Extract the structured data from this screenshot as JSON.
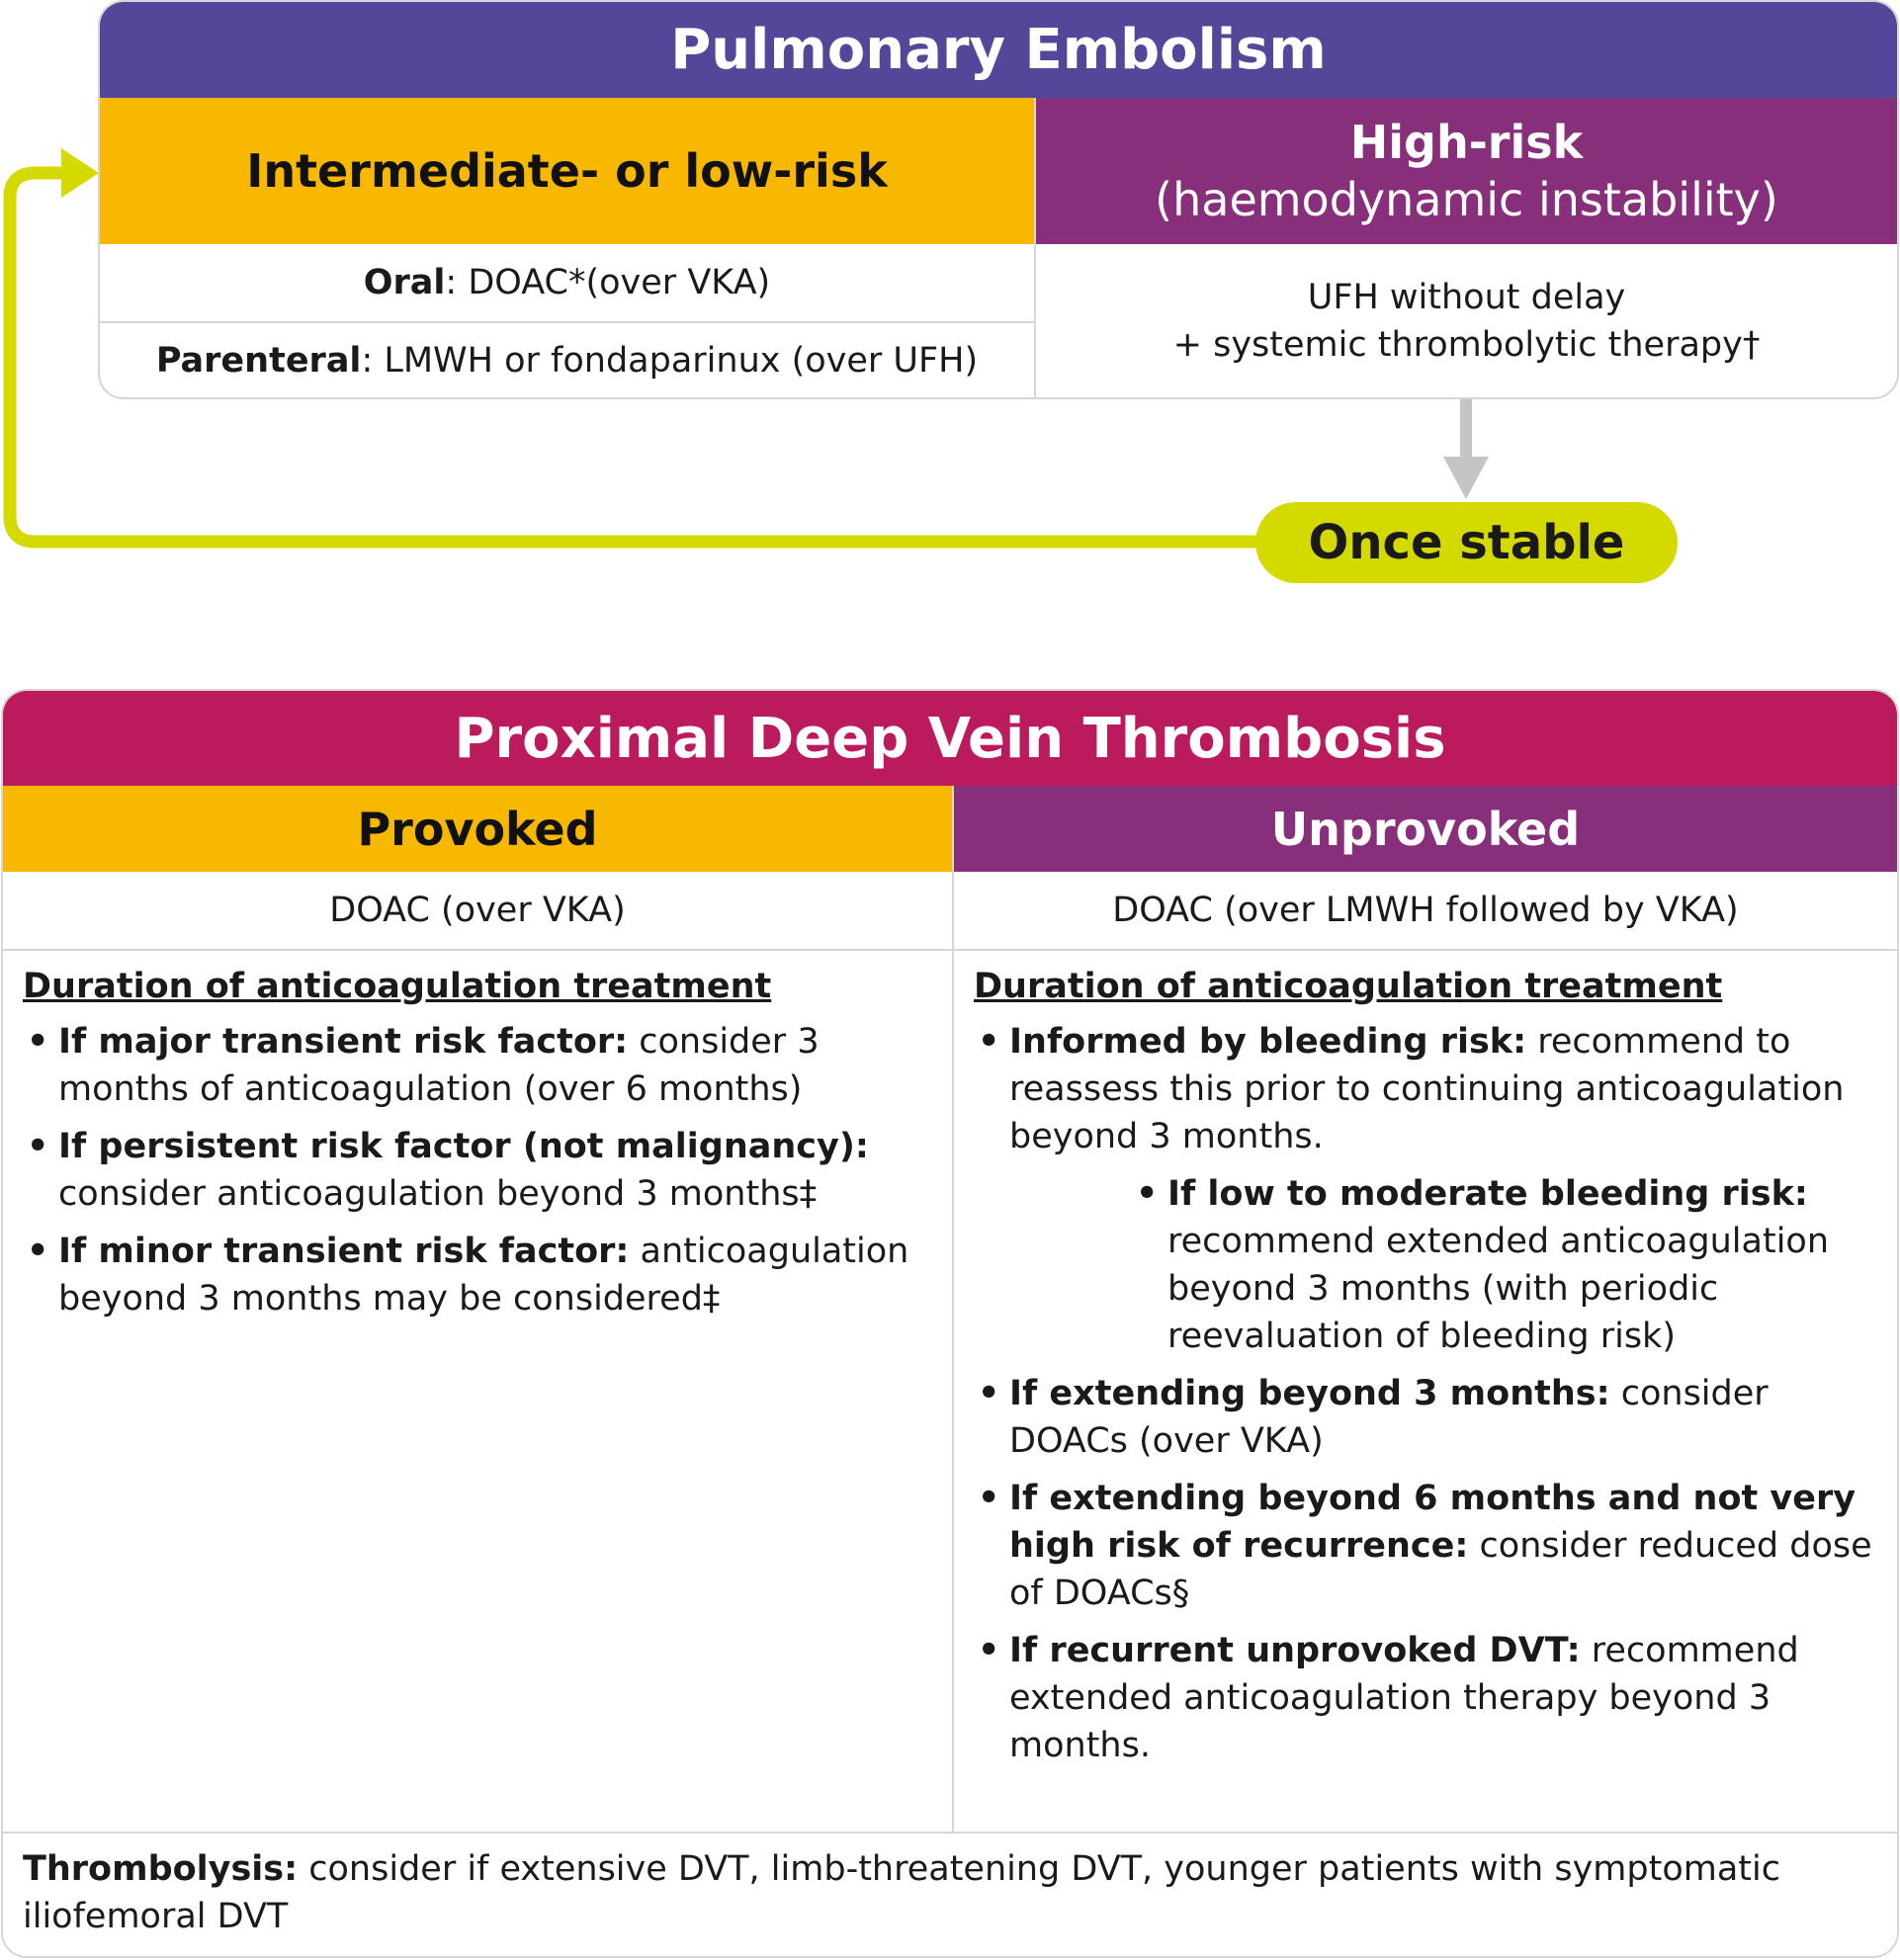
{
  "pe": {
    "title": "Pulmonary Embolism",
    "low": {
      "heading": "Intermediate- or low-risk",
      "oral_label": "Oral",
      "oral_text": ": DOAC*(over VKA)",
      "par_label": "Parenteral",
      "par_text": ": LMWH or fondaparinux (over UFH)"
    },
    "high": {
      "heading": "High-risk",
      "subheading": "(haemodynamic instability)",
      "line1": "UFH without delay",
      "line2": "+ systemic thrombolytic therapy†"
    },
    "once_stable": "Once stable"
  },
  "dvt": {
    "title": "Proximal Deep Vein Thrombosis",
    "provoked": {
      "heading": "Provoked",
      "treatment": "DOAC (over VKA)",
      "duration_title": "Duration of anticoagulation treatment",
      "items": [
        {
          "bold": "If major transient risk factor:",
          "text": " consider 3 months of anticoagulation (over 6 months)"
        },
        {
          "bold": "If persistent risk factor (not malignancy):",
          "text": " consider anticoagulation beyond 3 months‡"
        },
        {
          "bold": "If minor transient risk factor:",
          "text": " anticoagulation beyond 3 months may be considered‡"
        }
      ]
    },
    "unprovoked": {
      "heading": "Unprovoked",
      "treatment": "DOAC (over LMWH followed by VKA)",
      "duration_title": "Duration of anticoagulation treatment",
      "items": [
        {
          "bold": "Informed by bleeding risk:",
          "text": " recommend to reassess this prior to continuing anticoagulation beyond 3 months."
        },
        {
          "bold": "If low to moderate bleeding risk:",
          "text": " recommend extended anticoagulation beyond 3 months (with periodic reevaluation of bleeding risk)"
        },
        {
          "bold": "If extending beyond 3 months:",
          "text": " consider DOACs (over VKA)"
        },
        {
          "bold": "If extending beyond 6 months and not very high risk of recurrence:",
          "text": " consider reduced dose of DOACs§"
        },
        {
          "bold": "If recurrent unprovoked DVT:",
          "text": " recommend extended anticoagulation therapy beyond 3 months."
        }
      ]
    },
    "thrombolysis": {
      "bold": "Thrombolysis:",
      "text": " consider if extensive DVT, limb-threatening DVT, younger patients with symptomatic iliofemoral DVT"
    }
  },
  "colors": {
    "pe_header": "#54479a",
    "yellow": "#f9b800",
    "purple": "#872f7a",
    "dvt_header": "#bb1a5c",
    "lime": "#d4d900",
    "arrow": "#c4c4c4"
  }
}
